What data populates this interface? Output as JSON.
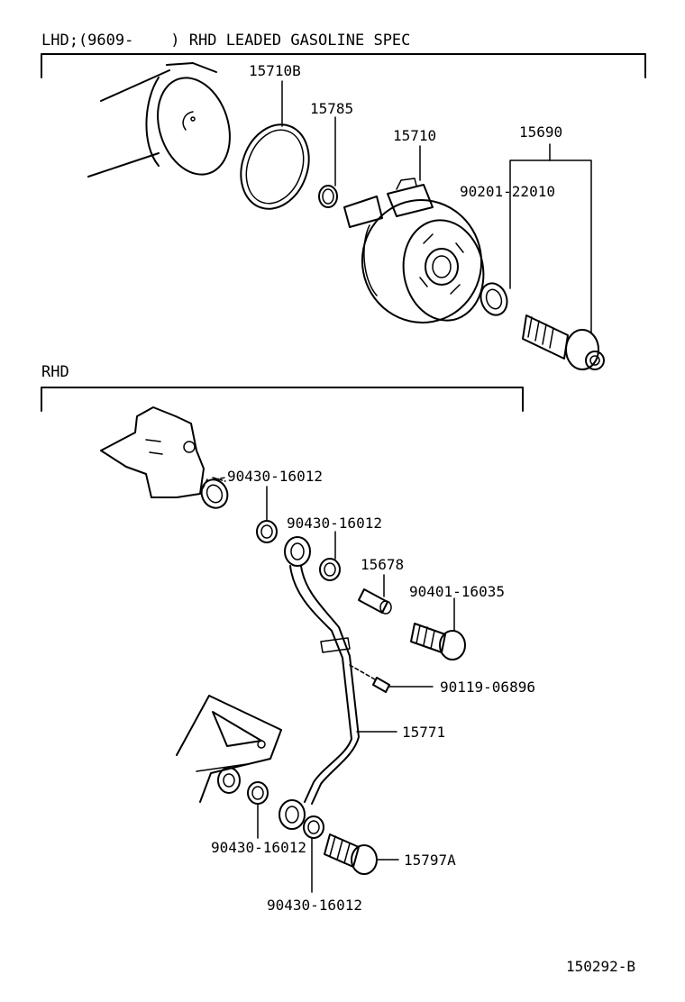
{
  "sections": {
    "top_header": "LHD;(9609-    ) RHD LEADED GASOLINE SPEC",
    "bottom_header": "RHD"
  },
  "parts": {
    "p15710B": "15710B",
    "p15785": "15785",
    "p15710": "15710",
    "p15690": "15690",
    "p90201_22010": "90201-22010",
    "p90430_a": "90430-16012",
    "p90430_b": "90430-16012",
    "p15678": "15678",
    "p90401_16035": "90401-16035",
    "p90119_06896": "90119-06896",
    "p15771": "15771",
    "p90430_c": "90430-16012",
    "p15797A": "15797A",
    "p90430_d": "90430-16012"
  },
  "figure_id": "150292-B"
}
